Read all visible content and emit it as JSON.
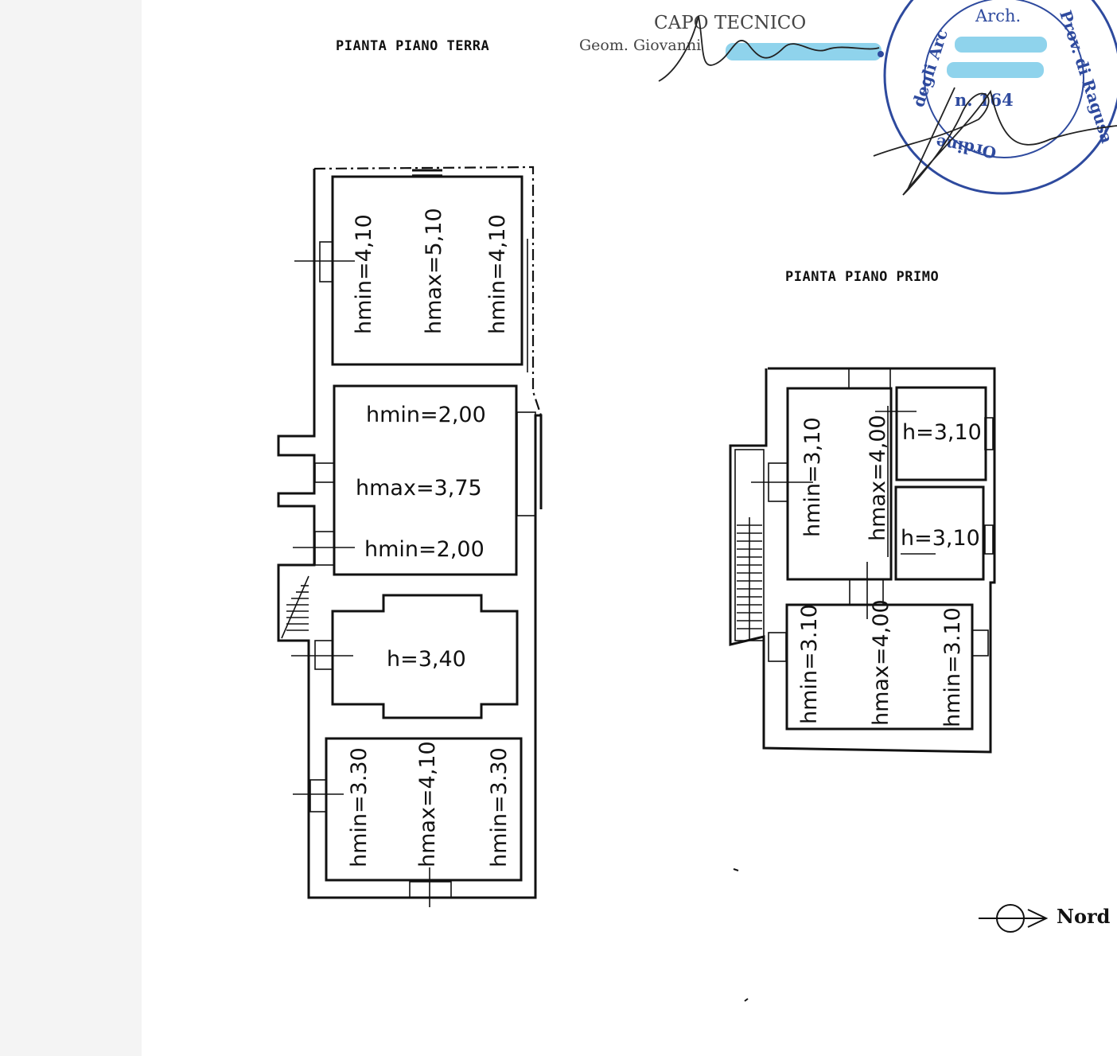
{
  "header": {
    "ground_floor_title": "PIANTA PIANO TERRA",
    "first_floor_title": "PIANTA PIANO PRIMO",
    "tech_role": "CAPO TECNICO",
    "tech_name_prefix": "Geom. Giovanni"
  },
  "stamp": {
    "top_text": "Arch.",
    "number": "n. 164",
    "ring_left": "degli Arc",
    "ring_right": "Prov. di Ragusa",
    "ring_bottom": "Ordine"
  },
  "ground_floor": {
    "room_1": {
      "hmin_left": "hmin=4,10",
      "hmax": "hmax=5,10",
      "hmin_right": "hmin=4,10"
    },
    "room_2": {
      "hmin_top": "hmin=2,00",
      "hmax": "hmax=3,75",
      "hmin_bottom": "hmin=2,00"
    },
    "room_3": {
      "h": "h=3,40"
    },
    "room_4": {
      "hmin_left": "hmin=3.30",
      "hmax": "hmax=4,10",
      "hmin_right": "hmin=3.30"
    }
  },
  "first_floor": {
    "room_1": {
      "hmin": "hmin=3,10",
      "hmax": "hmax=4,00"
    },
    "room_2": {
      "h": "h=3,10"
    },
    "room_3": {
      "h": "h=3,10"
    },
    "room_4": {
      "hmin_left": "hmin=3.10",
      "hmax": "hmax=4,00",
      "hmin_right": "hmin=3.10"
    }
  },
  "compass": {
    "label": "Nord",
    "icon": "north-arrow-icon"
  },
  "colors": {
    "ink": "#111111",
    "stamp": "#2e4a9e",
    "redaction": "#8fd3ec"
  }
}
